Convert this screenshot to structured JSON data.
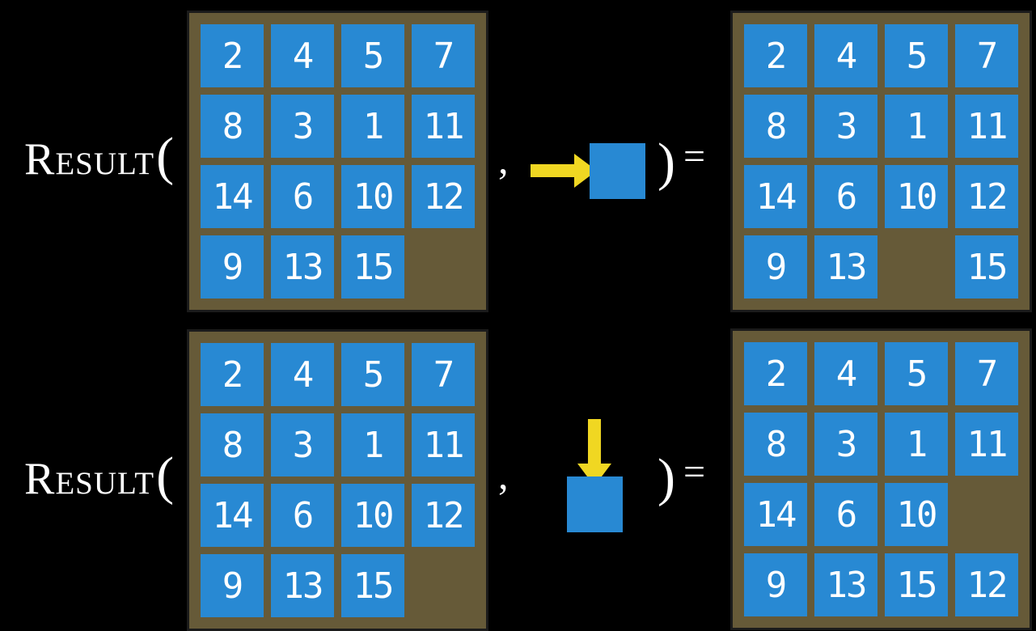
{
  "colors": {
    "background": "#000000",
    "board": "#665A38",
    "board_border": "#1B1B1B",
    "tile": "#2889D3",
    "tile_text": "#FFFFFF",
    "arrow": "#F0D722",
    "text": "#FFFFFF"
  },
  "equations": [
    {
      "function_name": "Result",
      "open_paren": "(",
      "comma": ",",
      "action": {
        "direction": "right",
        "icon": "right-arrow-icon"
      },
      "close_paren": ")",
      "equals_sign": "=",
      "input_board": [
        [
          2,
          4,
          5,
          7
        ],
        [
          8,
          3,
          1,
          11
        ],
        [
          14,
          6,
          10,
          12
        ],
        [
          9,
          13,
          15,
          null
        ]
      ],
      "output_board": [
        [
          2,
          4,
          5,
          7
        ],
        [
          8,
          3,
          1,
          11
        ],
        [
          14,
          6,
          10,
          12
        ],
        [
          9,
          13,
          null,
          15
        ]
      ]
    },
    {
      "function_name": "Result",
      "open_paren": "(",
      "comma": ",",
      "action": {
        "direction": "down",
        "icon": "down-arrow-icon"
      },
      "close_paren": ")",
      "equals_sign": "=",
      "input_board": [
        [
          2,
          4,
          5,
          7
        ],
        [
          8,
          3,
          1,
          11
        ],
        [
          14,
          6,
          10,
          12
        ],
        [
          9,
          13,
          15,
          null
        ]
      ],
      "output_board": [
        [
          2,
          4,
          5,
          7
        ],
        [
          8,
          3,
          1,
          11
        ],
        [
          14,
          6,
          10,
          null
        ],
        [
          9,
          13,
          15,
          12
        ]
      ]
    }
  ]
}
